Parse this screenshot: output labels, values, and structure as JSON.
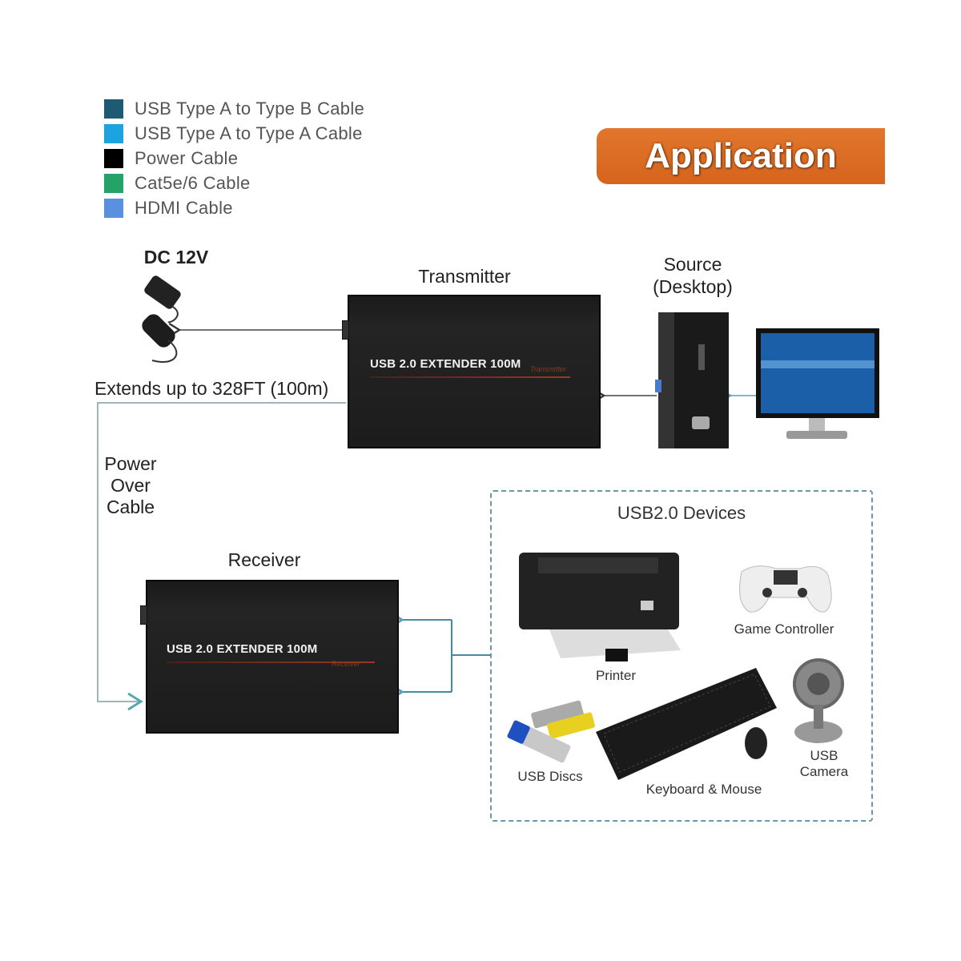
{
  "legend": {
    "items": [
      {
        "label": "USB Type A to Type B Cable",
        "color": "#1f5a73"
      },
      {
        "label": "USB Type A to Type A Cable",
        "color": "#1ca3e0"
      },
      {
        "label": "Power Cable",
        "color": "#000000"
      },
      {
        "label": "Cat5e/6 Cable",
        "color": "#25a267"
      },
      {
        "label": "HDMI Cable",
        "color": "#5b8fe0"
      }
    ]
  },
  "banner": {
    "title": "Application",
    "color": "#dc6c24"
  },
  "power": {
    "label": "DC 12V"
  },
  "transmitter": {
    "heading": "Transmitter",
    "product": "USB 2.0 EXTENDER 100M",
    "sub": "Transmitter"
  },
  "range": {
    "label": "Extends up to 328FT (100m)"
  },
  "source": {
    "line1": "Source",
    "line2": "(Desktop)"
  },
  "poc": {
    "line1": "Power",
    "line2": "Over",
    "line3": "Cable"
  },
  "receiver": {
    "heading": "Receiver",
    "product": "USB 2.0 EXTENDER 100M",
    "sub": "Receiver"
  },
  "devices": {
    "title": "USB2.0 Devices",
    "printer": "Printer",
    "game_controller": "Game Controller",
    "usb_discs": "USB Discs",
    "keyboard_mouse": "Keyboard & Mouse",
    "camera_line1": "USB",
    "camera_line2": "Camera"
  }
}
